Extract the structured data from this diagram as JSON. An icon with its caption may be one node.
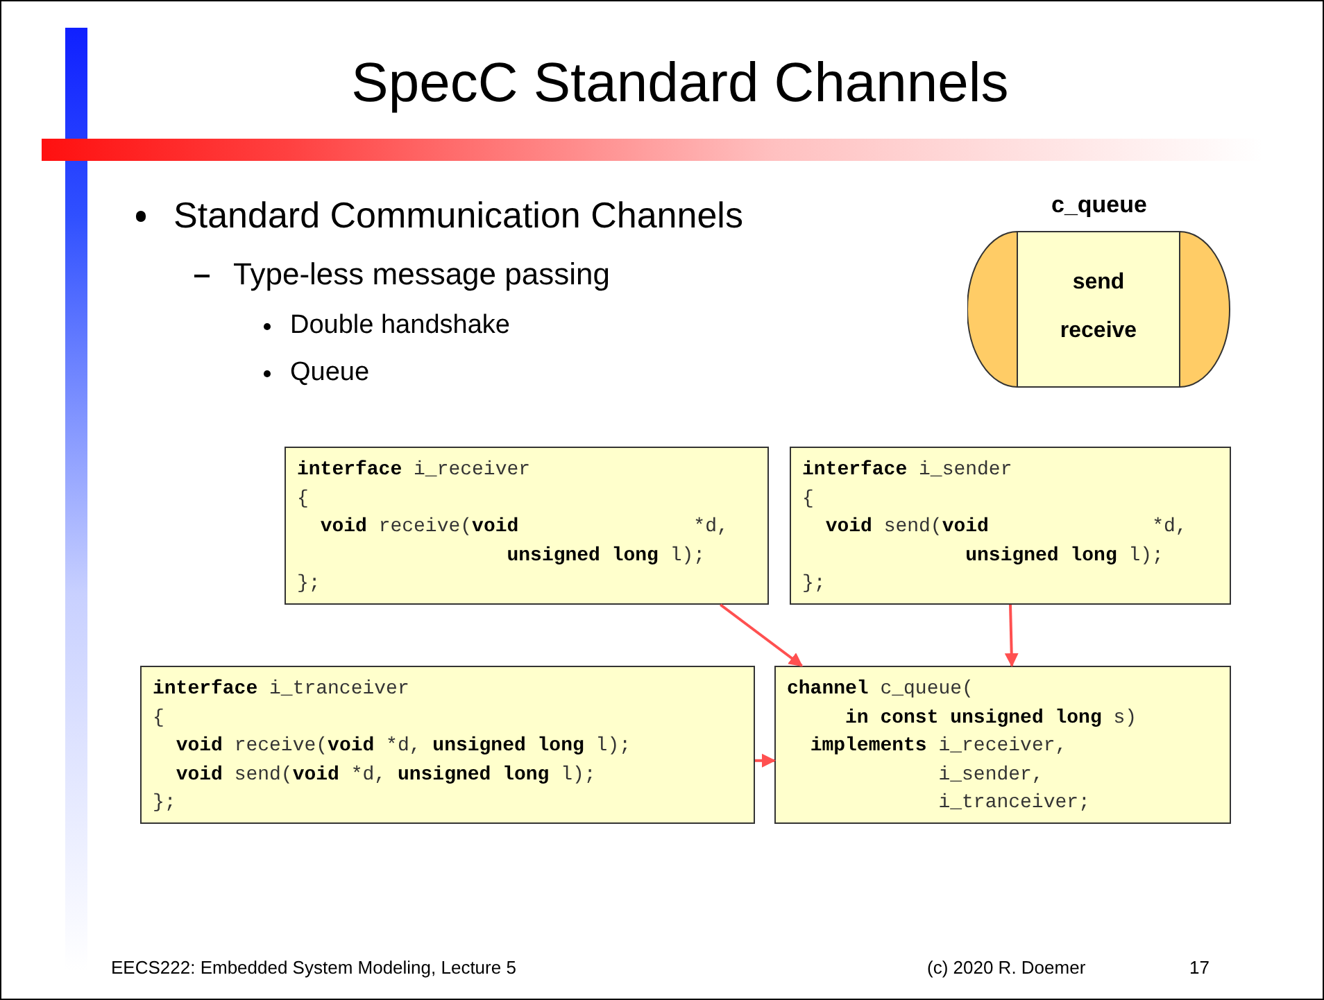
{
  "diagram": {
    "title": "SpecC Standard Channels",
    "nodes": [
      {
        "text": [
          "c_queue",
          "send",
          "receive"
        ]
      },
      {
        "text": [
          "**interface** i_receiver",
          "{",
          "  **void** receive(**void**               *d,",
          "                  **unsigned long** l);",
          "};"
        ]
      },
      {
        "text": [
          "**interface** i_sender",
          "{",
          "  **void** send(**void**              *d,",
          "              **unsigned long** l);",
          "};"
        ]
      },
      {
        "text": [
          "**interface** i_tranceiver",
          "{",
          "  **void** receive(**void** *d, **unsigned long** l);",
          "  **void** send(**void** *d, **unsigned long** l);",
          "};"
        ]
      },
      {
        "text": [
          "**channel** c_queue(",
          "     **in const unsigned long** s)",
          "  **implements** i_receiver,",
          "             i_sender,",
          "             i_tranceiver;"
        ]
      }
    ],
    "edges": [
      {
        "from": 1,
        "to": 4,
        "arrow": "to"
      },
      {
        "from": 2,
        "to": 4,
        "arrow": "to"
      },
      {
        "from": 3,
        "to": 4,
        "arrow": "to"
      }
    ],
    "labels": [
      "Standard Communication Channels",
      "Type-less message passing",
      "Double handshake",
      "Queue",
      "EECS222: Embedded System Modeling, Lecture 5",
      "(c) 2020 R. Doemer",
      "17"
    ]
  }
}
